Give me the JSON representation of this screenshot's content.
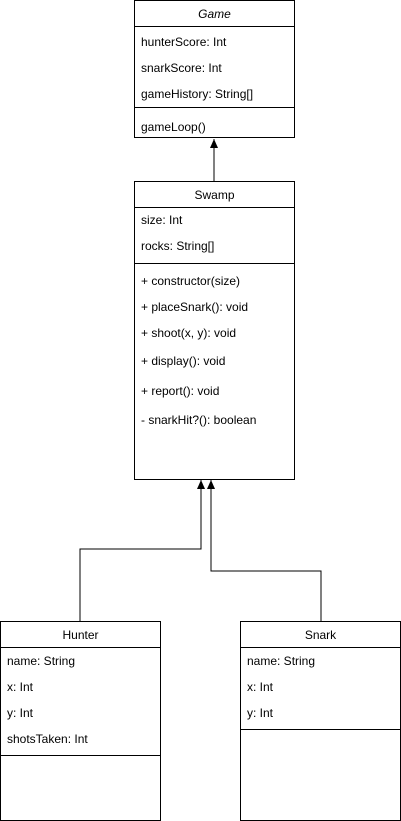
{
  "game": {
    "name": "Game",
    "attributes": [
      "hunterScore: Int",
      "snarkScore: Int",
      "gameHistory: String[]"
    ],
    "methods": [
      "gameLoop()"
    ]
  },
  "swamp": {
    "name": "Swamp",
    "attributes": [
      "size: Int",
      "rocks: String[]"
    ],
    "methods": [
      "+ constructor(size)",
      "+ placeSnark(): void",
      "+ shoot(x, y): void",
      "+ display(): void",
      "+ report(): void",
      "- snarkHit?(): boolean"
    ]
  },
  "hunter": {
    "name": "Hunter",
    "attributes": [
      "name: String",
      "x: Int",
      "y: Int",
      "shotsTaken: Int"
    ],
    "methods": []
  },
  "snark": {
    "name": "Snark",
    "attributes": [
      "name: String",
      "x: Int",
      "y: Int"
    ],
    "methods": []
  },
  "colors": {
    "stroke": "#000000",
    "fill": "#ffffff"
  }
}
